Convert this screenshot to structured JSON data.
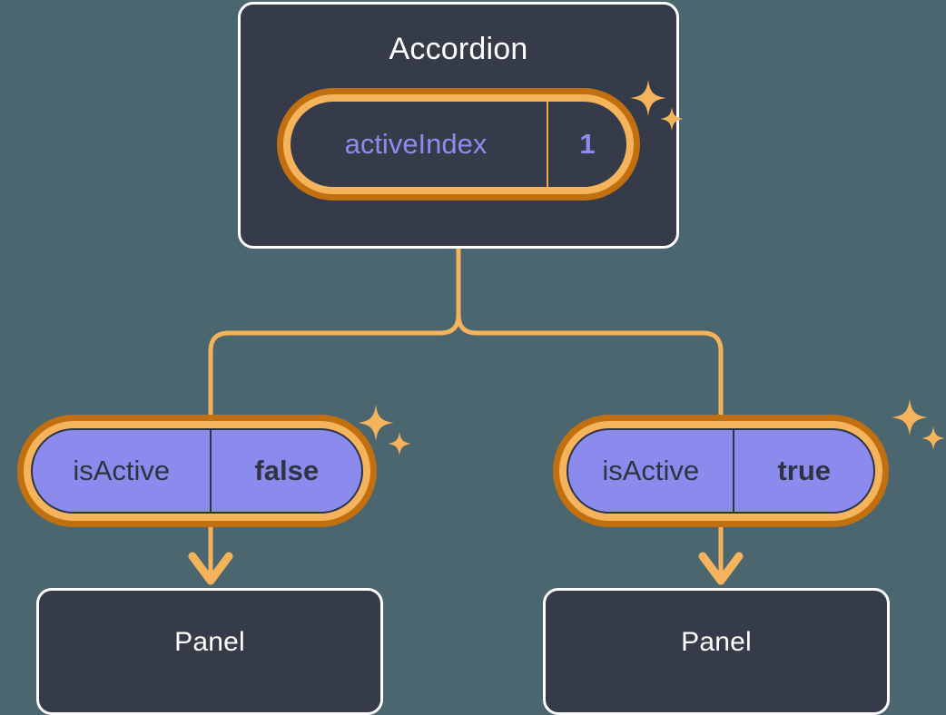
{
  "diagram": {
    "background_color": "#4c6670",
    "accent_color": "#f5b45c",
    "accent_dark_color": "#c2700f",
    "node_fill_color": "#363b49",
    "pill_fill_color": "#8b8bee",
    "value_text_color": "#8c8cf0"
  },
  "root": {
    "title": "Accordion",
    "state": {
      "key": "activeIndex",
      "value": "1"
    }
  },
  "children": [
    {
      "prop": {
        "key": "isActive",
        "value": "false"
      },
      "title": "Panel"
    },
    {
      "prop": {
        "key": "isActive",
        "value": "true"
      },
      "title": "Panel"
    }
  ],
  "icons": {
    "sparkle": "sparkle-icon",
    "arrow": "arrow-down-icon"
  }
}
